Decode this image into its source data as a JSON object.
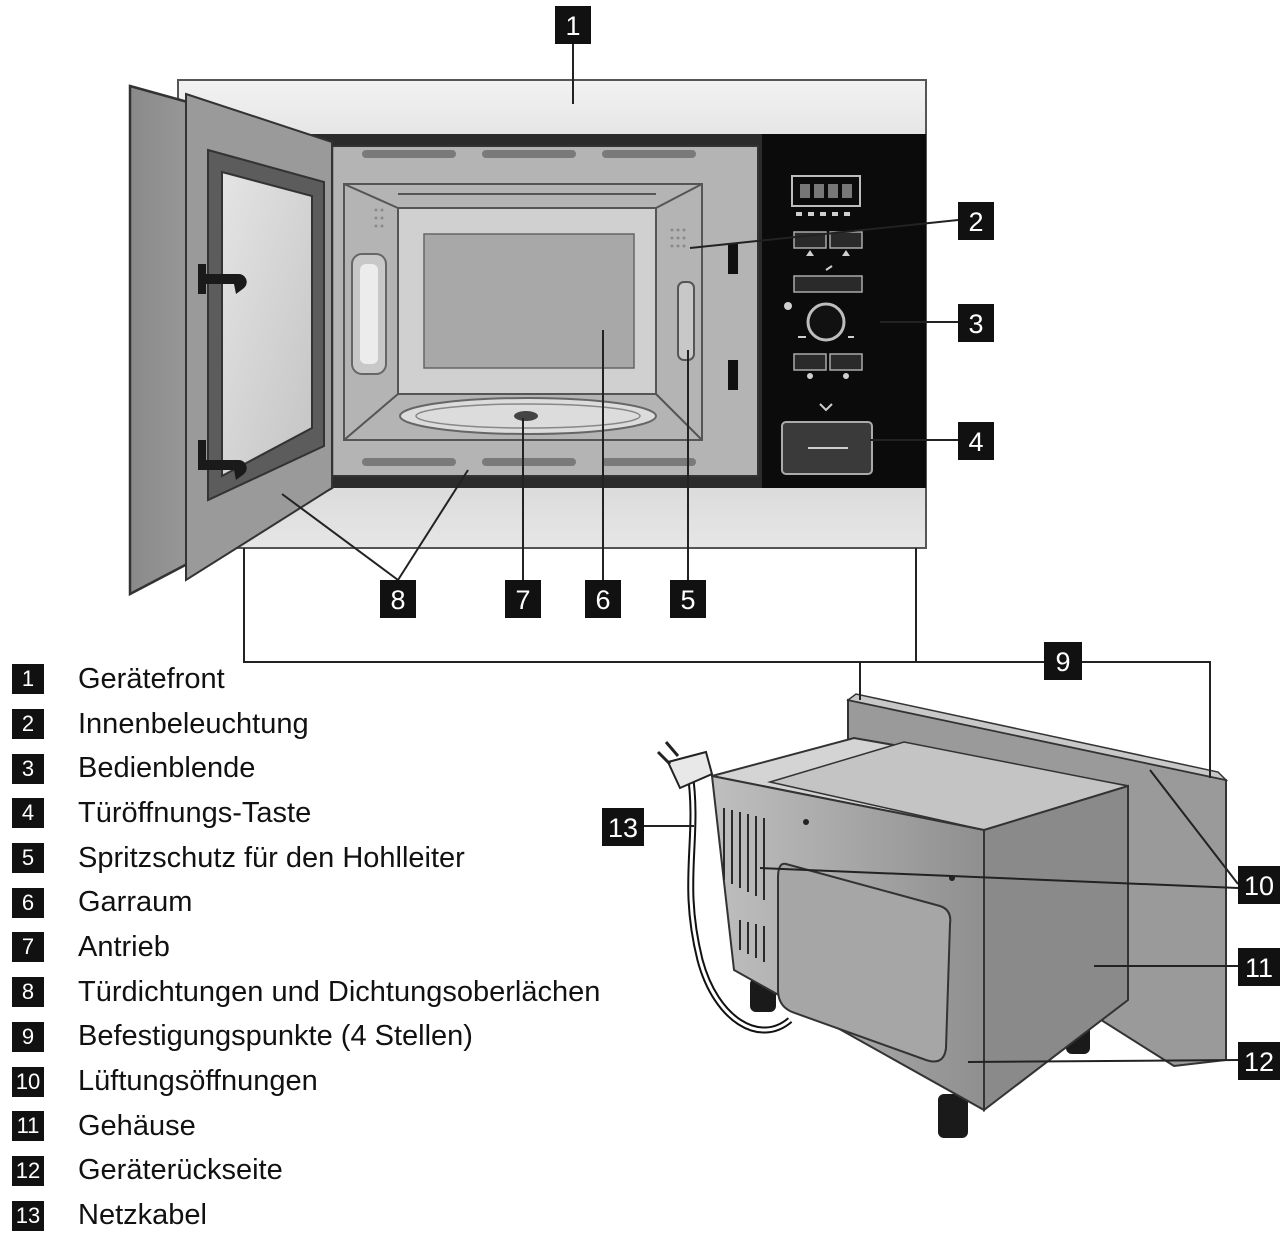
{
  "callouts": [
    "1",
    "2",
    "3",
    "4",
    "5",
    "6",
    "7",
    "8",
    "9",
    "10",
    "11",
    "12",
    "13"
  ],
  "legend": [
    {
      "num": "1",
      "label": "Gerätefront"
    },
    {
      "num": "2",
      "label": "Innenbeleuchtung"
    },
    {
      "num": "3",
      "label": "Bedienblende"
    },
    {
      "num": "4",
      "label": "Türöffnungs-Taste"
    },
    {
      "num": "5",
      "label": "Spritzschutz für den Hohlleiter"
    },
    {
      "num": "6",
      "label": "Garraum"
    },
    {
      "num": "7",
      "label": "Antrieb"
    },
    {
      "num": "8",
      "label": "Türdichtungen und Dichtungsoberlächen"
    },
    {
      "num": "9",
      "label": "Befestigungspunkte (4 Stellen)"
    },
    {
      "num": "10",
      "label": "Lüftungsöffnungen"
    },
    {
      "num": "11",
      "label": "Gehäuse"
    },
    {
      "num": "12",
      "label": "Geräterückseite"
    },
    {
      "num": "13",
      "label": "Netzkabel"
    }
  ],
  "colors": {
    "callout_bg": "#111111",
    "control_panel": "#0b0b0b",
    "cavity": "#b4b4b4",
    "frame": "#d6d6d6"
  }
}
